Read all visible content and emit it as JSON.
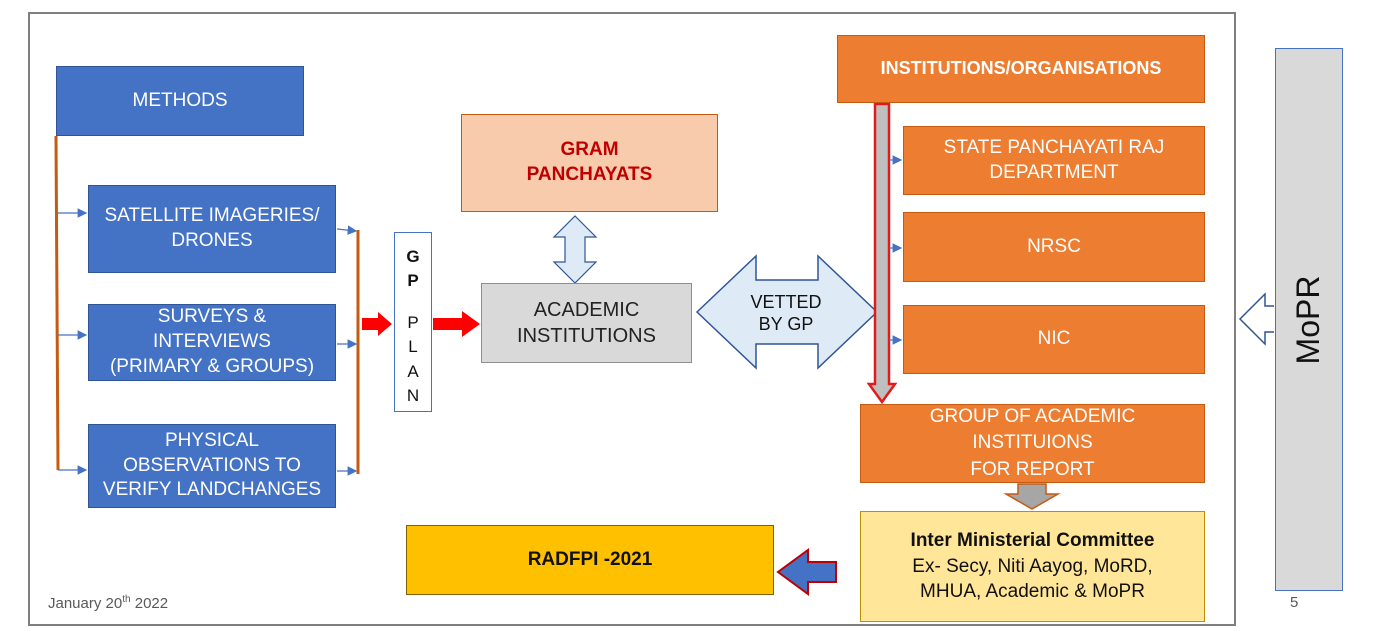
{
  "methods": {
    "title": "METHODS",
    "items": [
      "SATELLITE IMAGERIES/\nDRONES",
      "SURVEYS &\nINTERVIEWS\n(PRIMARY & GROUPS)",
      "PHYSICAL\nOBSERVATIONS TO\nVERIFY LANDCHANGES"
    ]
  },
  "gp_plan": {
    "letters": [
      "G",
      "P",
      "P",
      "L",
      "A",
      "N"
    ]
  },
  "gram_panchayats": "GRAM\nPANCHAYATS",
  "academic_institutions": "ACADEMIC\nINSTITUTIONS",
  "vetted": "VETTED\nBY GP",
  "institutions": {
    "title": "INSTITUTIONS/ORGANISATIONS",
    "items": [
      "STATE PANCHAYATI RAJ\nDEPARTMENT",
      "NRSC",
      "NIC"
    ]
  },
  "group_report": "GROUP OF ACADEMIC\nINSTITUIONS\nFOR REPORT",
  "committee": {
    "title": "Inter Ministerial Committee",
    "members_line1": "Ex- Secy, Niti Aayog, MoRD,",
    "members_line2": "MHUA, Academic & MoPR"
  },
  "radfpi": "RADFPI -2021",
  "mopr": "MoPR",
  "footer": {
    "date_prefix": "January  20",
    "date_sup": "th",
    "date_suffix": " 2022",
    "page": "5"
  },
  "colors": {
    "blue": "#4472c4",
    "orange": "#ed7d31",
    "peach": "#f8cbad",
    "yellow": "#ffe699",
    "gold": "#ffc000",
    "grey": "#d9d9d9",
    "red": "#ff0000",
    "dark_red": "#c00000"
  }
}
